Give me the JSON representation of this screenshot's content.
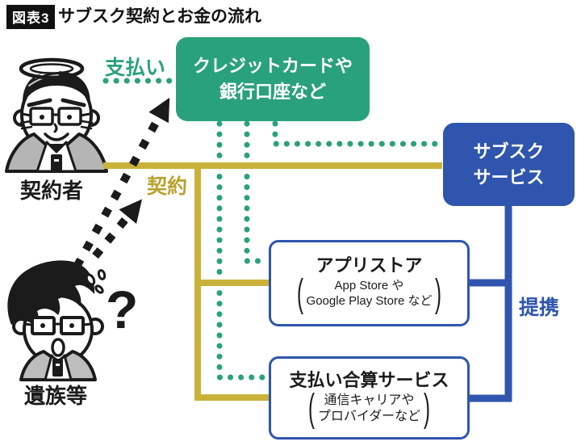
{
  "figure": {
    "badge": "図表3",
    "title": "サブスク契約とお金の流れ"
  },
  "actors": {
    "deceased": {
      "label": "契約者"
    },
    "bereaved": {
      "label": "遺族等",
      "question_mark": "?"
    }
  },
  "nodes": {
    "payment_source": {
      "line1": "クレジットカードや",
      "line2": "銀行口座など"
    },
    "subscription_service": {
      "line1": "サブスク",
      "line2": "サービス"
    },
    "app_store": {
      "title": "アプリストア",
      "paren_open": "(",
      "paren_close": ")",
      "sub1": "App Store や",
      "sub2": "Google Play Store など"
    },
    "aggregation_service": {
      "title": "支払い合算サービス",
      "paren_open": "(",
      "paren_close": ")",
      "sub1": "通信キャリアや",
      "sub2": "プロバイダーなど"
    }
  },
  "edges": {
    "payment": {
      "label": "支払い",
      "color": "#2aa17d",
      "style": "dotted"
    },
    "contract": {
      "label": "契約",
      "color": "#c9b23a",
      "style": "solid"
    },
    "partnership": {
      "label": "提携",
      "color": "#2f55ae",
      "style": "solid"
    },
    "inquiry": {
      "color": "#1b1b1b",
      "style": "dashed-arrow"
    }
  }
}
